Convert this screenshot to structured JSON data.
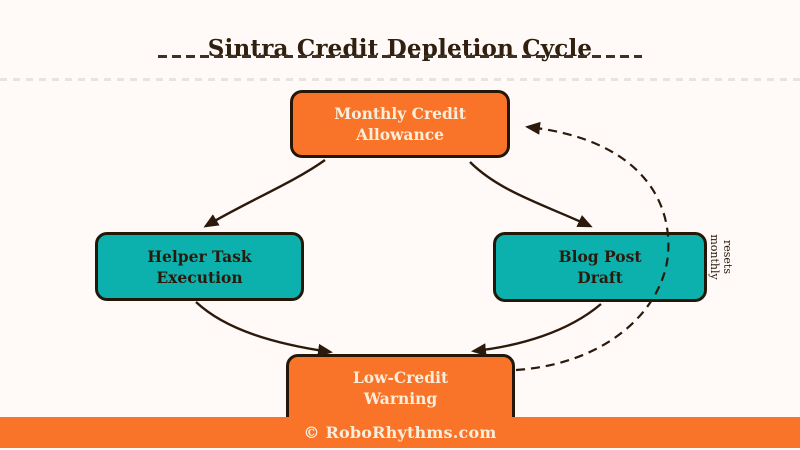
{
  "title": {
    "text": "Sintra Credit Depletion Cycle"
  },
  "diagram": {
    "nodes": [
      {
        "id": "monthly-credit-allowance",
        "line1": "Monthly Credit",
        "line2": "Allowance",
        "fill": "#F97428",
        "text_color": "#F8EEDB"
      },
      {
        "id": "helper-task-execution",
        "line1": "Helper Task",
        "line2": "Execution",
        "fill": "#0CB1AE",
        "text_color": "#2B1A0C"
      },
      {
        "id": "blog-post-draft",
        "line1": "Blog Post",
        "line2": "Draft",
        "fill": "#0CB1AE",
        "text_color": "#2B1A0C"
      },
      {
        "id": "low-credit-warning",
        "line1": "Low-Credit",
        "line2": "Warning",
        "fill": "#F97428",
        "text_color": "#F8EEDB"
      }
    ],
    "edges": [
      {
        "from": "monthly-credit-allowance",
        "to": "helper-task-execution",
        "style": "solid"
      },
      {
        "from": "monthly-credit-allowance",
        "to": "blog-post-draft",
        "style": "solid"
      },
      {
        "from": "helper-task-execution",
        "to": "low-credit-warning",
        "style": "solid"
      },
      {
        "from": "blog-post-draft",
        "to": "low-credit-warning",
        "style": "solid"
      },
      {
        "from": "low-credit-warning",
        "to": "monthly-credit-allowance",
        "style": "dashed",
        "label": "resets monthly"
      }
    ],
    "edge_label": "resets monthly"
  },
  "footer": {
    "text": "© RoboRhythms.com"
  },
  "colors": {
    "background": "#FFFAF7",
    "orange": "#F97428",
    "teal": "#0CB1AE",
    "outline": "#241708",
    "arrow": "#2B1A0C",
    "title_text": "#31200F",
    "box_light_text": "#F8EEDB",
    "footer_background": "#F97329",
    "divider": "#E9E3DF"
  }
}
